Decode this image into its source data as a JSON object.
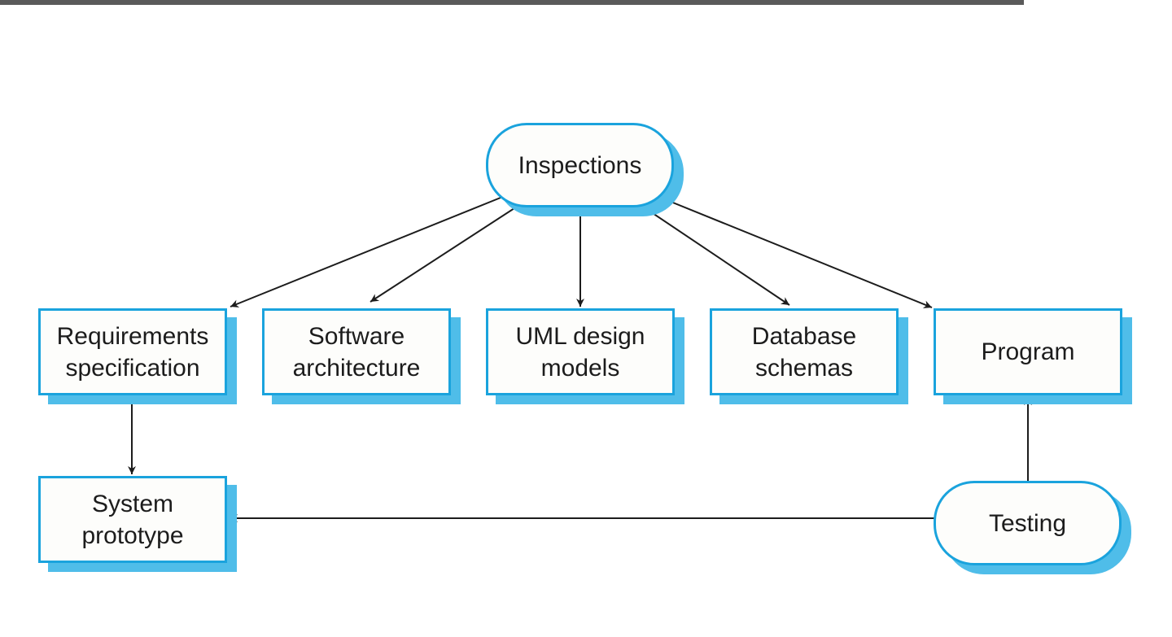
{
  "colors": {
    "border": "#1aa3dd",
    "shadow": "#4fbde9",
    "arrow": "#1c1c1c",
    "top_rule": "#5a5a5a"
  },
  "nodes": {
    "inspections": "Inspections",
    "requirements": "Requirements\nspecification",
    "software_arch": "Software\narchitecture",
    "uml": "UML design\nmodels",
    "database": "Database\nschemas",
    "program": "Program",
    "prototype": "System\nprototype",
    "testing": "Testing"
  }
}
